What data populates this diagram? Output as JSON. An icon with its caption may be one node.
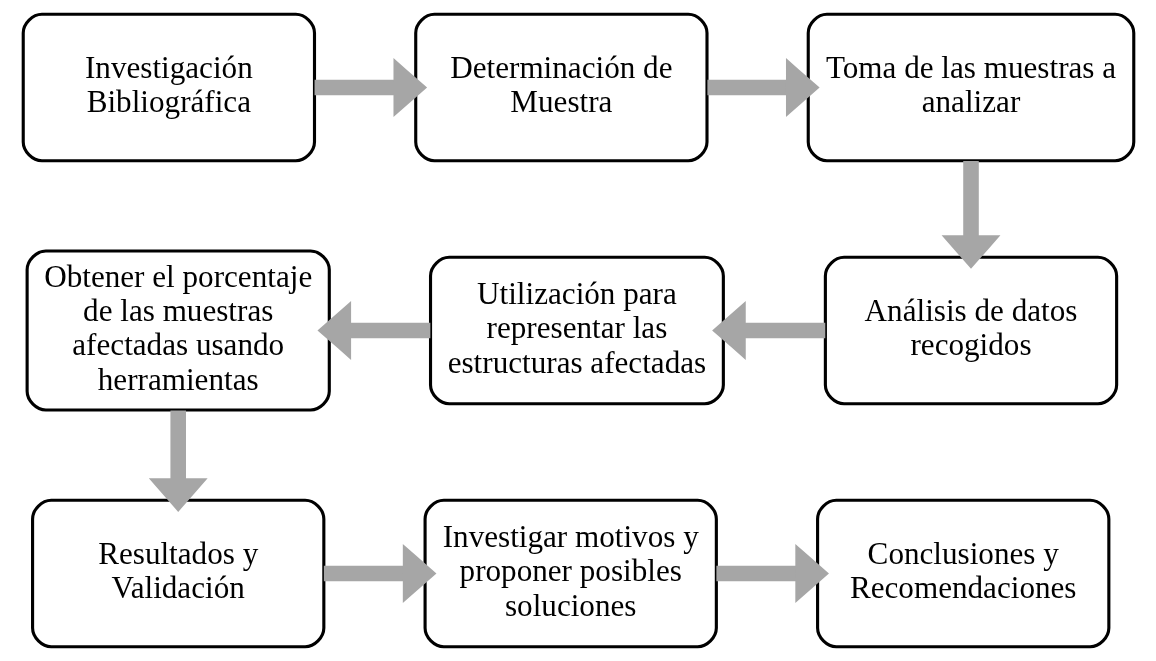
{
  "diagram": {
    "nodes": [
      {
        "text": [
          "Investigación Bibliográfica"
        ]
      },
      {
        "text": [
          "Determinación de Muestra"
        ]
      },
      {
        "text": [
          "Toma de las muestras a analizar"
        ]
      },
      {
        "text": [
          "Análisis de datos recogidos"
        ]
      },
      {
        "text": [
          "Utilización para representar las estructuras afectadas"
        ]
      },
      {
        "text": [
          "Obtener el porcentaje de las muestras afectadas usando herramientas"
        ]
      },
      {
        "text": [
          "Resultados y Validación"
        ]
      },
      {
        "text": [
          "Investigar motivos y proponer posibles soluciones"
        ]
      },
      {
        "text": [
          "Conclusiones y Recomendaciones"
        ]
      }
    ],
    "edges": [
      {
        "from": 0,
        "to": 1,
        "arrow": "to"
      },
      {
        "from": 1,
        "to": 2,
        "arrow": "to"
      },
      {
        "from": 2,
        "to": 3,
        "arrow": "to"
      },
      {
        "from": 3,
        "to": 4,
        "arrow": "to"
      },
      {
        "from": 4,
        "to": 5,
        "arrow": "to"
      },
      {
        "from": 5,
        "to": 6,
        "arrow": "to"
      },
      {
        "from": 6,
        "to": 7,
        "arrow": "to"
      },
      {
        "from": 7,
        "to": 8,
        "arrow": "to"
      }
    ]
  }
}
